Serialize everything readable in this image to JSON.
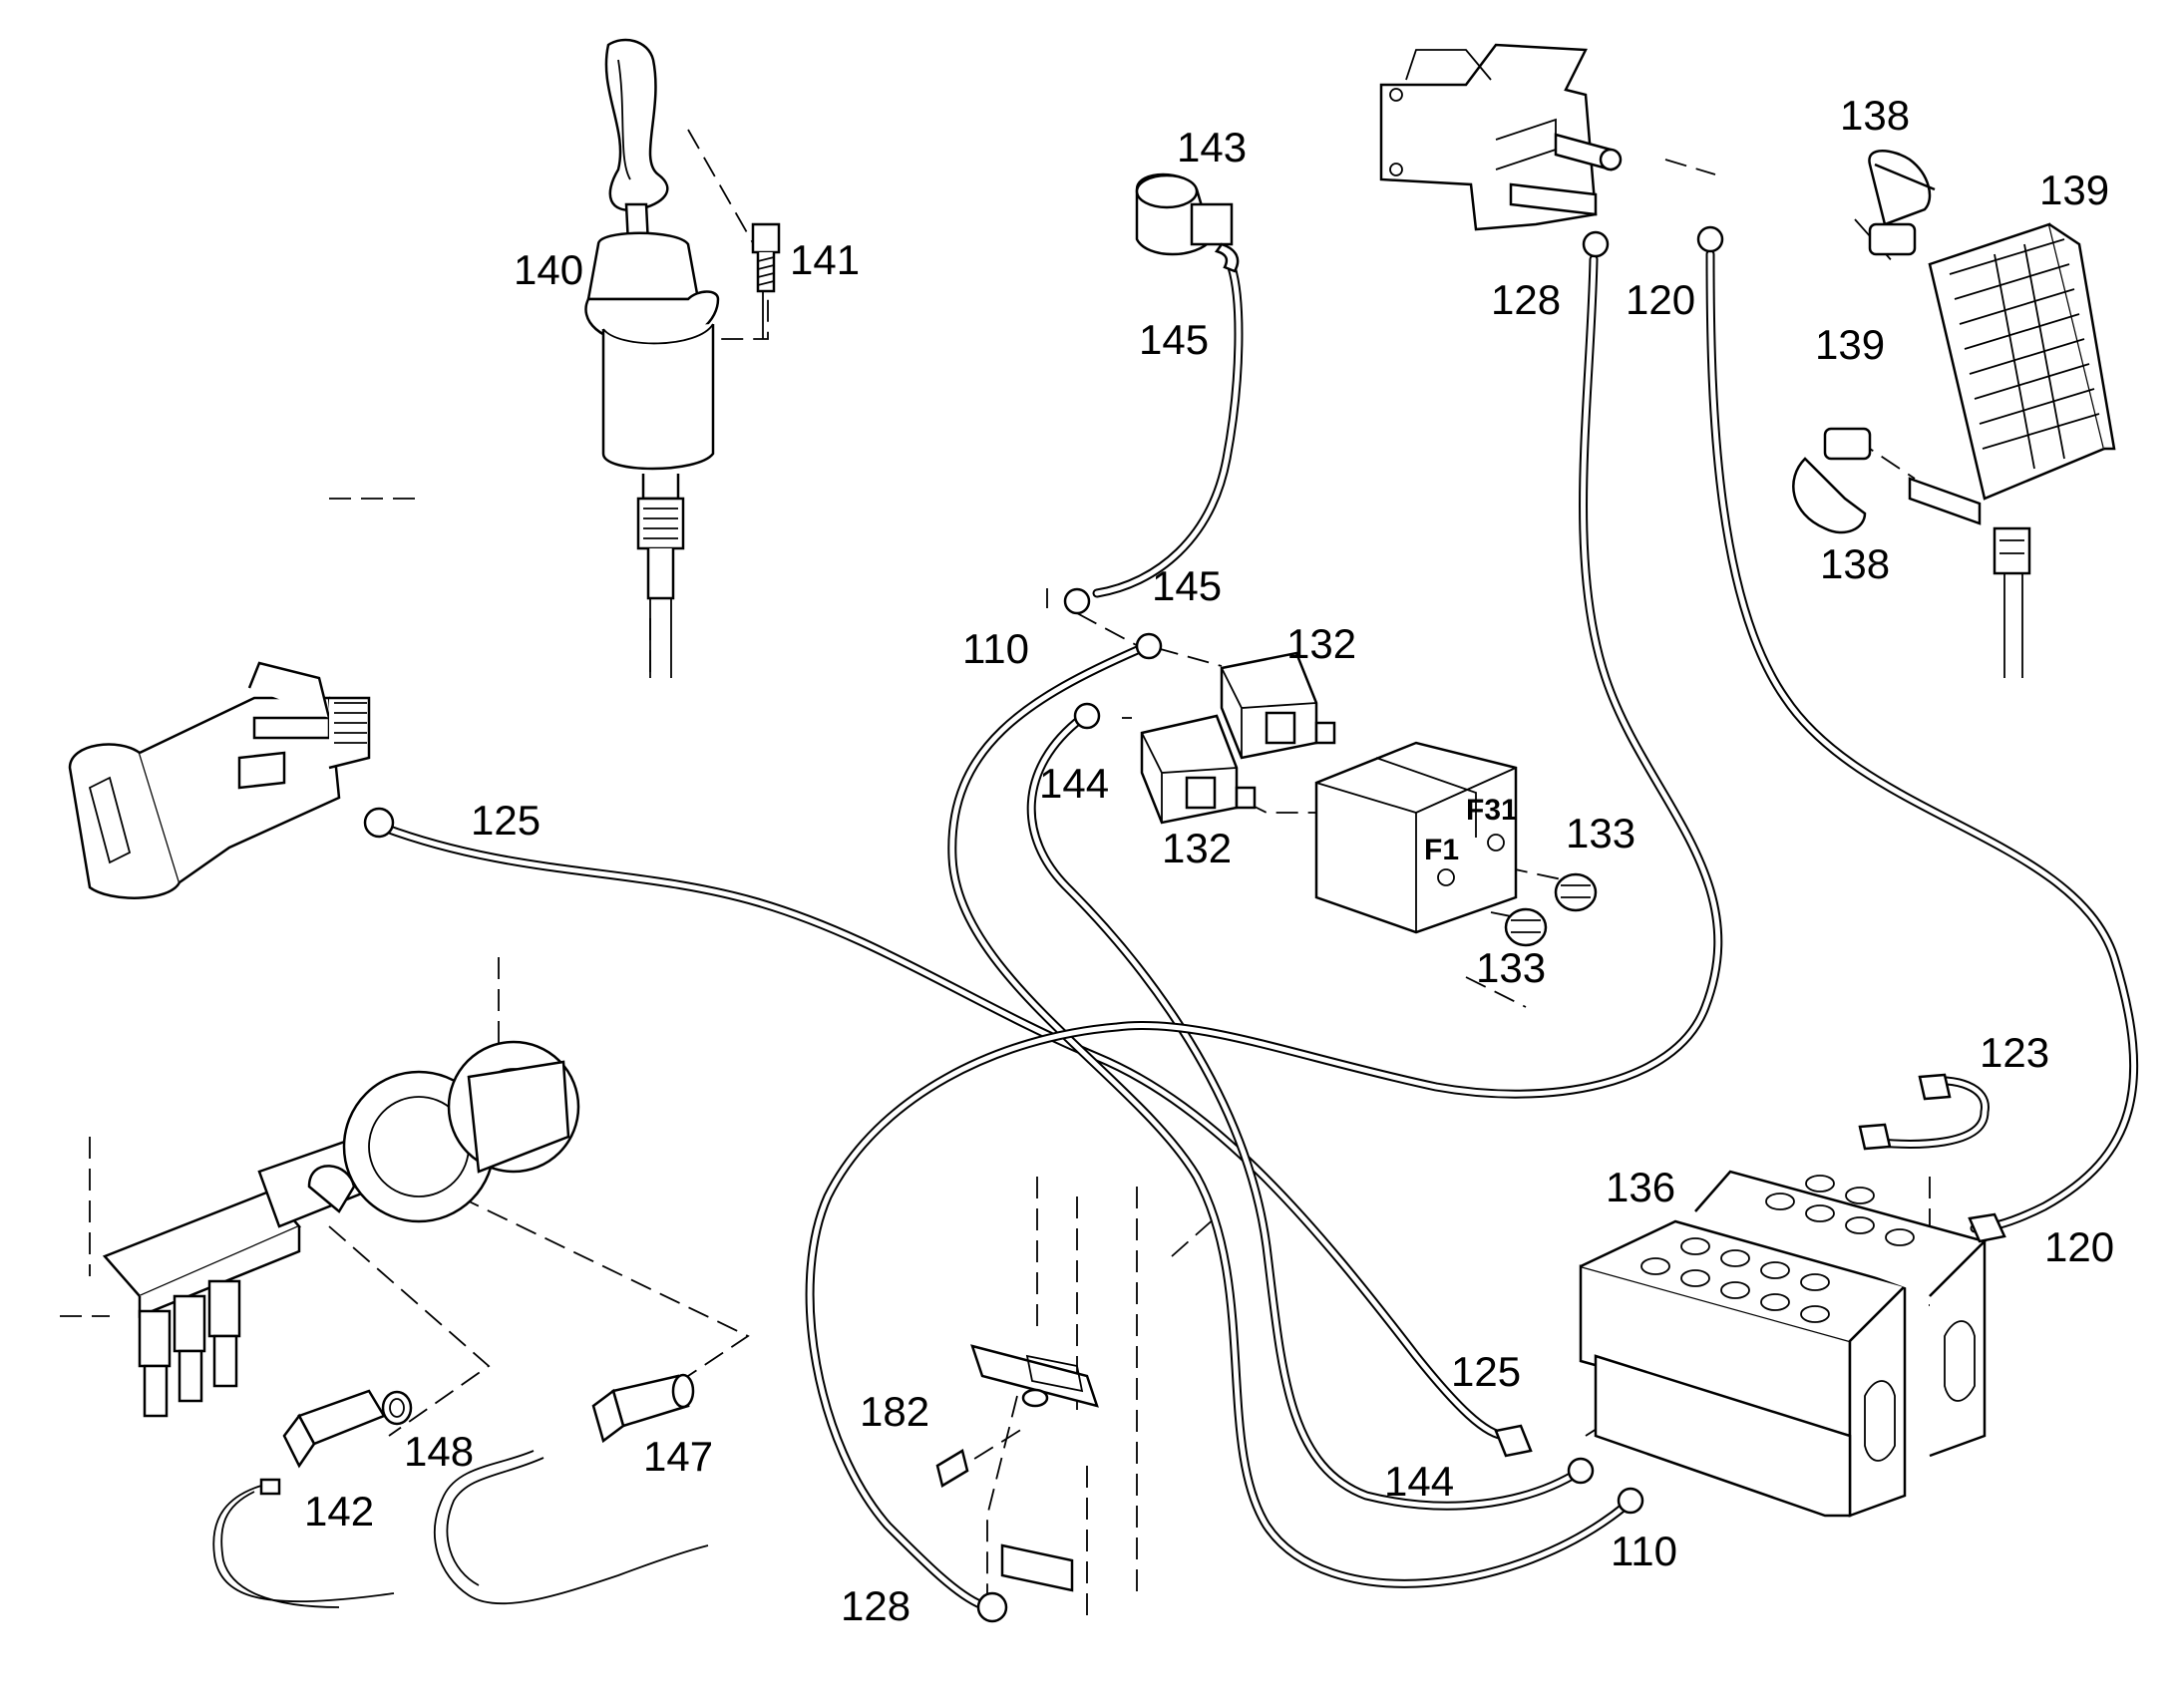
{
  "callouts": {
    "c143": "143",
    "c145a": "145",
    "c145b": "145",
    "c140": "140",
    "c141": "141",
    "c128a": "128",
    "c120a": "120",
    "c138a": "138",
    "c139a": "139",
    "c139b": "139",
    "c138b": "138",
    "c110a": "110",
    "c132a": "132",
    "c144a": "144",
    "c132b": "132",
    "c133a": "133",
    "c133b": "133",
    "c125a": "125",
    "c123": "123",
    "c136": "136",
    "c120b": "120",
    "c125b": "125",
    "c182": "182",
    "c148": "148",
    "c147": "147",
    "c142": "142",
    "c144b": "144",
    "c110b": "110",
    "c128b": "128"
  },
  "fuse_labels": {
    "f31": "F31",
    "f1": "F1"
  }
}
